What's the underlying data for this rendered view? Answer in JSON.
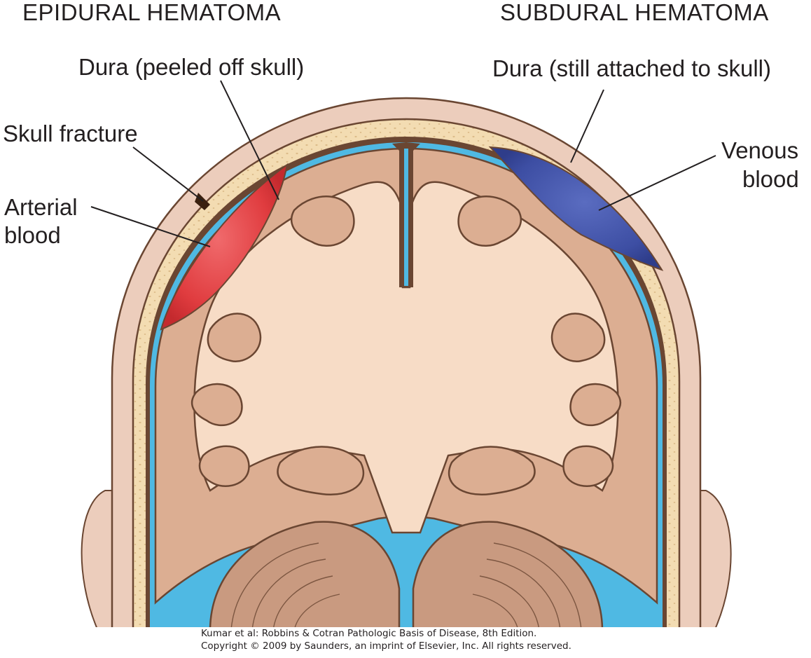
{
  "figure": {
    "title_left": "EPIDURAL HEMATOMA",
    "title_right": "SUBDURAL HEMATOMA",
    "labels": {
      "dura_peeled": "Dura (peeled off skull)",
      "dura_attached": "Dura (still attached to skull)",
      "skull_fracture": "Skull fracture",
      "arterial_line1": "Arterial",
      "arterial_line2": "blood",
      "venous_line1": "Venous",
      "venous_line2": "blood"
    },
    "caption_line1": "Kumar et al: Robbins & Cotran Pathologic Basis of Disease, 8th Edition.",
    "caption_line2": "Copyright © 2009 by Saunders, an imprint of Elsevier, Inc. All rights reserved."
  },
  "colors": {
    "scalp": "#eccdbc",
    "bone": "#f3dcb2",
    "bone_dots": "#dcbc8a",
    "outline": "#6a4632",
    "dura": "#4fb9e3",
    "brain": "#dcae92",
    "white_matter": "#f7dcc6",
    "arterial": "#e03c3f",
    "venous": "#3d4ea3",
    "cerebellum": "#c99a80"
  }
}
